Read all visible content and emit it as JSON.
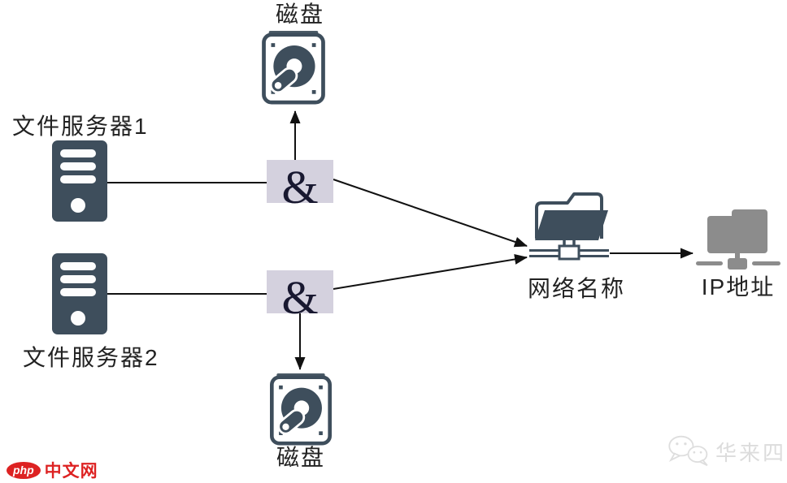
{
  "nodes": {
    "disk_top_label": "磁盘",
    "file_server_1_label": "文件服务器1",
    "file_server_2_label": "文件服务器2",
    "and_join_1_label": "&",
    "and_join_2_label": "&",
    "disk_bottom_label": "磁盘",
    "network_name_label": "网络名称",
    "ip_address_label": "IP地址"
  },
  "watermarks": {
    "php_logo_badge": "php",
    "php_logo_text": "中文网",
    "wechat_account_name": "华来四"
  },
  "colors": {
    "node_dark": "#3e4e5c",
    "and_box_background": "#d4d1de",
    "ip_folder_gray": "#8c8c8c",
    "connector_line": "#111111",
    "label_text": "#222222",
    "php_red": "#dd2222",
    "watermark_gray": "#dcdcdc"
  }
}
